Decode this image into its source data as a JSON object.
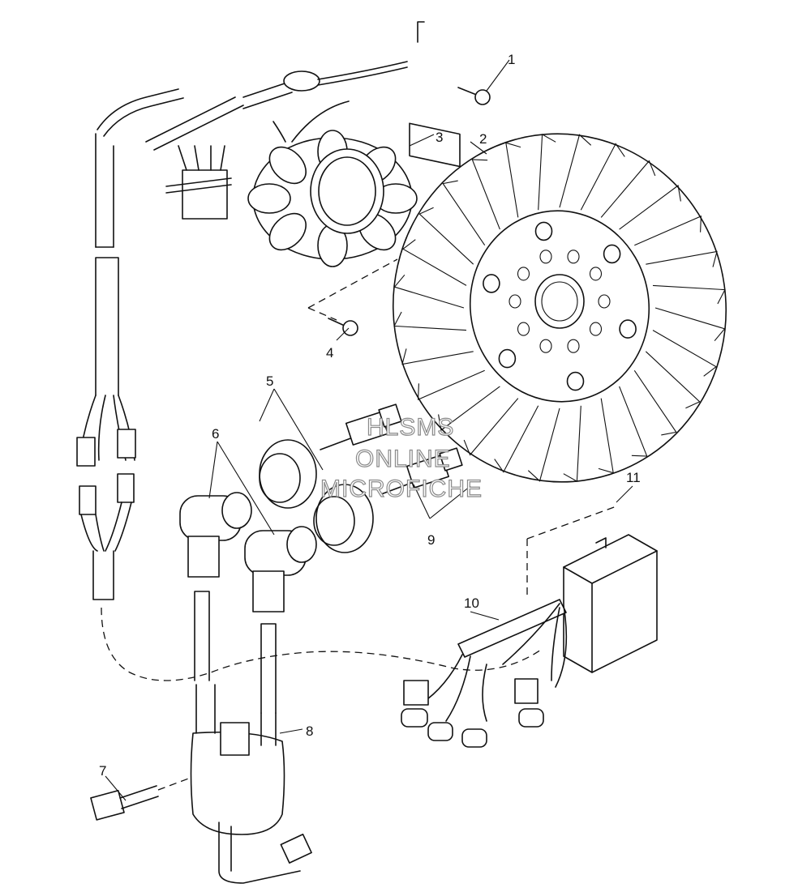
{
  "callouts": {
    "c1": "1",
    "c2": "2",
    "c3": "3",
    "c4": "4",
    "c5": "5",
    "c6": "6",
    "c7": "7",
    "c8": "8",
    "c9": "9",
    "c10": "10",
    "c11": "11"
  },
  "watermark": {
    "line1": "HLSMS",
    "line2": "ONLINE",
    "line3": "MICROFICHE"
  }
}
